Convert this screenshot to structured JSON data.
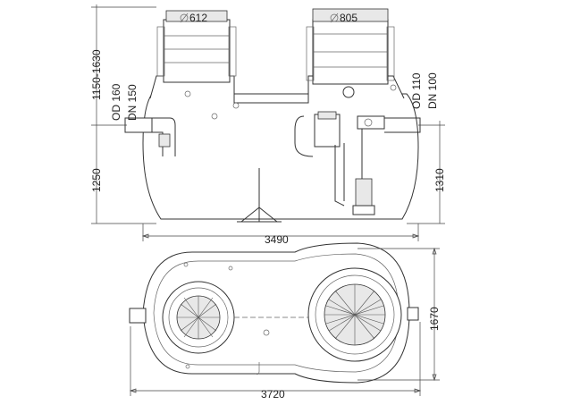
{
  "labels": {
    "diameter_small": "612",
    "diameter_large": "805",
    "dim_height_top": "1150-1630",
    "dim_height_left": "1250",
    "dim_height_right": "1310",
    "dim_length_top": "3490",
    "dim_length_bottom": "3720",
    "dim_width_plan": "1670",
    "inlet_od": "OD 160",
    "inlet_dn": "DN 150",
    "outlet_od": "OD 110",
    "outlet_dn": "DN 100"
  },
  "symbols": {
    "diameter_icon": "diameter-symbol-icon"
  }
}
